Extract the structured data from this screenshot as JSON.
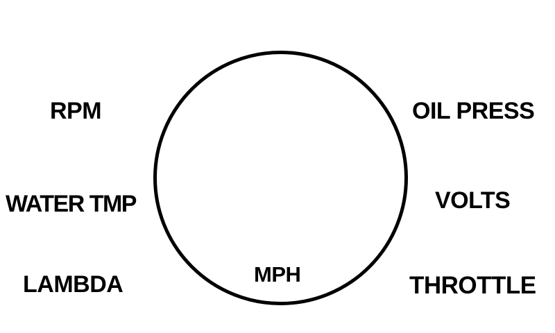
{
  "dashboard": {
    "left_gauges": {
      "top": "RPM",
      "middle": "WATER TMP",
      "bottom": "LAMBDA"
    },
    "right_gauges": {
      "top": "OIL PRESS",
      "middle": "VOLTS",
      "bottom": "THROTTLE"
    },
    "center_gauge": {
      "label": "MPH"
    },
    "colors": {
      "background": "#ffffff",
      "foreground": "#000000"
    }
  }
}
